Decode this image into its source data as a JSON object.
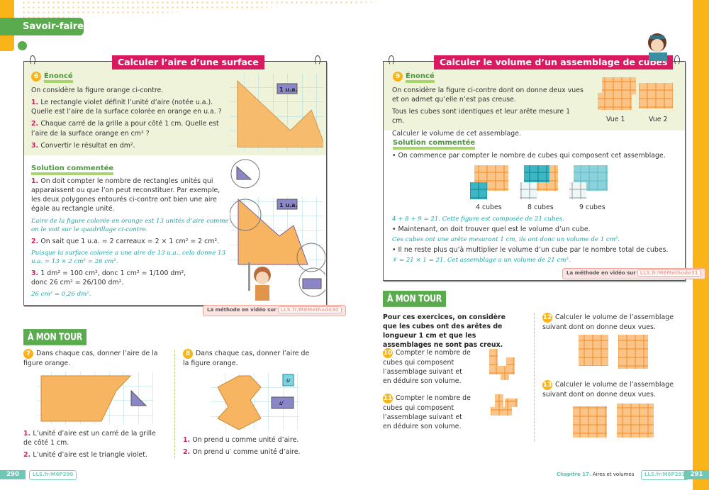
{
  "header": {
    "tab": "Savoir-faire"
  },
  "left": {
    "title": "Calculer l’aire d’une surface",
    "number": "6",
    "enonce_label": "Énoncé",
    "intro": "On considère la figure orange ci-contre.",
    "q1": "Le rectangle violet définit l’unité d’aire (notée u.a.). Quelle est l’aire de la surface colorée en orange en u.a. ?",
    "q2": "Chaque carré de la grille a pour côté 1 cm. Quelle est l’aire de la surface orange en cm² ?",
    "q3": "Convertir le résultat en dm².",
    "unit_label": "1 u.a.",
    "solution_label": "Solution commentée",
    "s1": "On doit compter le nombre de rectangles unités qui apparaissent ou que l’on peut reconstituer. Par exemple, les deux polygones entourés ci-contre ont bien une aire égale au rectangle unité.",
    "h1": "L’aire de la figure colorée en orange est 13 unités d’aire comme on le voit sur le quadrillage ci-contre.",
    "s2": "On sait que 1 u.a. = 2 carreaux = 2 × 1 cm² = 2 cm².",
    "h2": "Puisque la surface colorée a une aire de 13 u.a., cela donne 13 u.a. = 13 × 2 cm² = 26 cm².",
    "s3a": "1 dm² = 100 cm², donc 1 cm² = 1/100 dm²,",
    "s3b": "donc 26 cm² = 26/100 dm².",
    "h3": "26 cm² = 0,26 dm².",
    "video_text": "La méthode en vidéo sur",
    "video_link": "LLS.fr/M6Methode30",
    "mon_tour": "À MON TOUR",
    "ex7": {
      "number": "7",
      "text": "Dans chaque cas, donner l’aire de la figure orange.",
      "i1": "L’unité d’aire est un carré de la grille de côté 1 cm.",
      "i2": "L’unité d’aire est le triangle violet."
    },
    "ex8": {
      "number": "8",
      "text": "Dans chaque cas, donner l’aire de la figure orange.",
      "u": "u",
      "u2": "u′",
      "i1": "On prend u comme unité d’aire.",
      "i2": "On prend u′ comme unité d’aire."
    },
    "page": "290",
    "link": "LLS.fr/M6P290"
  },
  "right": {
    "title": "Calculer le volume d’un assemblage de cubes",
    "number": "9",
    "enonce_label": "Énoncé",
    "e1": "On considère la figure ci-contre dont on donne deux vues et on admet qu’elle n’est pas creuse.",
    "e2": "Tous les cubes sont identiques et leur arête mesure 1 cm.",
    "e3": "Calculer le volume de cet assemblage.",
    "vue1": "Vue 1",
    "vue2": "Vue 2",
    "solution_label": "Solution commentée",
    "b1": "On commence par compter le nombre de cubes qui composent cet assemblage.",
    "c1": "4 cubes",
    "c2": "8 cubes",
    "c3": "9 cubes",
    "h1": "4 + 8 + 9 = 21. Cette figure est composée de 21 cubes.",
    "b2": "Maintenant, on doit trouver quel est le volume d’un cube.",
    "h2": "Ces cubes ont une arête mesurant 1 cm, ils ont donc un volume de 1 cm³.",
    "b3": "Il ne reste plus qu’à multiplier le volume d’un cube par le nombre total de cubes.",
    "h3": "𝒱 = 21 × 1 = 21. Cet assemblage a un volume de 21 cm³.",
    "video_text": "La méthode en vidéo sur",
    "video_link": "LLS.fr/M6Methode31",
    "mon_tour": "À MON TOUR",
    "intro": "Pour ces exercices, on considère que les cubes ont des arêtes de longueur 1 cm et que les assemblages ne sont pas creux.",
    "ex10": {
      "number": "10",
      "text": "Compter le nombre de cubes qui composent l’assemblage suivant et en déduire son volume."
    },
    "ex11": {
      "number": "11",
      "text": "Compter le nombre de cubes qui composent l’assemblage suivant et en déduire son volume."
    },
    "ex12": {
      "number": "12",
      "text": "Calculer le volume de l’assemblage suivant dont on donne deux vues."
    },
    "ex13": {
      "number": "13",
      "text": "Calculer le volume de l’assemblage suivant dont on donne deux vues."
    },
    "chapter": "Chapitre 17.",
    "chapter_name": "Aires et volumes",
    "link": "LLS.fr/M6P291",
    "page": "291"
  },
  "colors": {
    "accent": "#d81b60",
    "green": "#5aab4e",
    "orange": "#f8b418",
    "teal": "#1aa5a5"
  }
}
